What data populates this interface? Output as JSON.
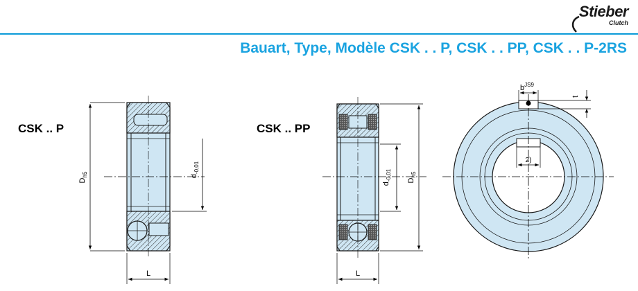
{
  "brand": {
    "name": "Stieber",
    "subtitle": "Clutch"
  },
  "title": "Bauart, Type, Modèle CSK . . P, CSK . . PP, CSK . . P-2RS",
  "views": {
    "csk_p": {
      "label": "CSK .. P",
      "dim_outer": "D",
      "dim_outer_sub": "h5",
      "dim_inner": "d",
      "dim_inner_sub": "-0,01",
      "dim_width": "L"
    },
    "csk_pp": {
      "label": "CSK .. PP",
      "dim_outer": "D",
      "dim_outer_sub": "h5",
      "dim_inner": "d",
      "dim_inner_sub": "-0,01",
      "dim_width": "L"
    },
    "front": {
      "dim_keyway": "b",
      "dim_keyway_sup": "JS9",
      "dim_depth": "t",
      "note": "2)"
    }
  },
  "colors": {
    "accent": "#1aa3e0",
    "rule": "#0a9bd8",
    "part_fill": "#cfe6f3",
    "outline": "#1a1a1a"
  }
}
